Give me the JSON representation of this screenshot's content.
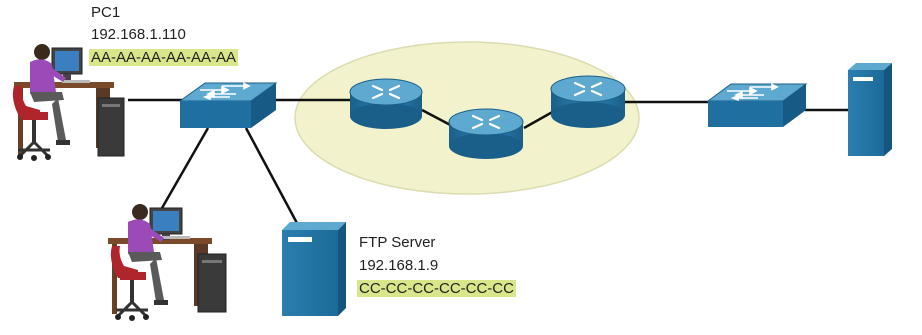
{
  "pc1": {
    "name": "PC1",
    "ip": "192.168.1.110",
    "mac": "AA-AA-AA-AA-AA-AA"
  },
  "ftp_server": {
    "name": "FTP Server",
    "ip": "192.168.1.9",
    "mac": "CC-CC-CC-CC-CC-CC"
  },
  "colors": {
    "device_blue": "#1f6fa0",
    "device_top": "#5ea9cf",
    "cloud_fill": "#f2f2cc",
    "highlight": "#d9e68a",
    "link": "#111111"
  }
}
